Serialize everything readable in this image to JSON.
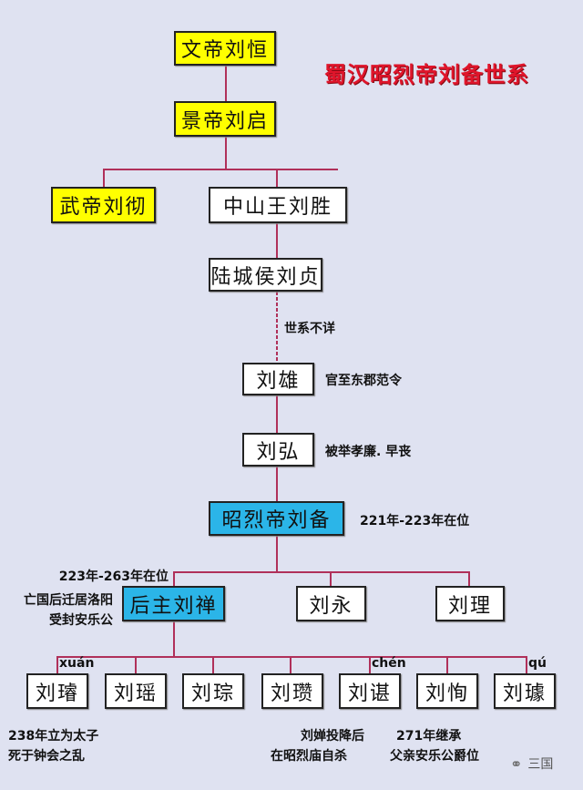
{
  "title": "蜀汉昭烈帝刘备世系",
  "nodes": {
    "wendi": "文帝刘恒",
    "jingdi": "景帝刘启",
    "wudi": "武帝刘彻",
    "zhongshan": "中山王刘胜",
    "lucheng": "陆城侯刘贞",
    "liuxiong": "刘雄",
    "liuhong": "刘弘",
    "liubei": "昭烈帝刘备",
    "liushan": "后主刘禅",
    "liuyong": "刘永",
    "liuli": "刘理",
    "children": [
      "刘璿",
      "刘瑶",
      "刘琮",
      "刘瓒",
      "刘谌",
      "刘恂",
      "刘璩"
    ]
  },
  "notes": {
    "unknown": "世系不详",
    "xiong": "官至东郡范令",
    "hong": "被举孝廉. 早丧",
    "bei": "221年-223年在位",
    "shan": [
      "223年-263年在位",
      "亡国后迁居洛阳",
      "受封安乐公"
    ],
    "xuan": [
      "238年立为太子",
      "死于钟会之乱"
    ],
    "chen": [
      "刘婵投降后",
      "在昭烈庙自杀"
    ],
    "xun": [
      "271年继承",
      "父亲安乐公爵位"
    ]
  },
  "pinyin": {
    "xuan": "xuán",
    "chen": "chén",
    "qu": "qú"
  },
  "watermark": "三国",
  "colors": {
    "line": "#b0305a",
    "title": "#e0152b",
    "yellow": "#ffff00",
    "blue": "#2bb5e8"
  }
}
